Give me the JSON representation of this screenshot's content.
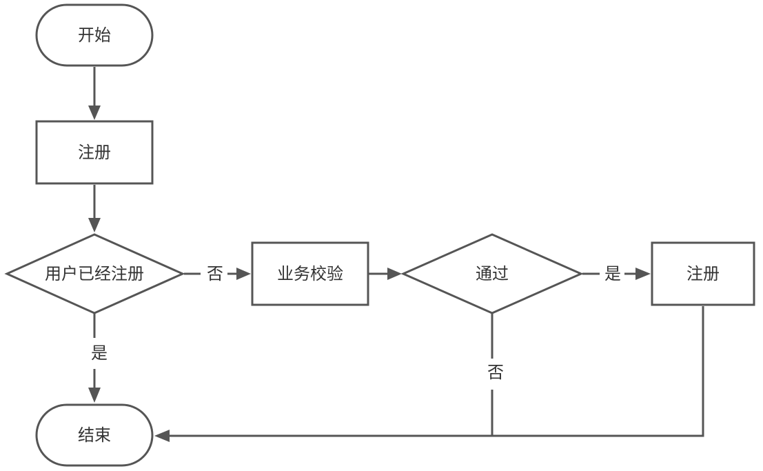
{
  "colors": {
    "stroke": "#555555",
    "text": "#333333",
    "background": "#ffffff"
  },
  "nodes": {
    "start": {
      "label": "开始",
      "shape": "terminator"
    },
    "register1": {
      "label": "注册",
      "shape": "process"
    },
    "registered_check": {
      "label": "用户已经注册",
      "shape": "decision"
    },
    "business_check": {
      "label": "业务校验",
      "shape": "process"
    },
    "pass_check": {
      "label": "通过",
      "shape": "decision"
    },
    "register2": {
      "label": "注册",
      "shape": "process"
    },
    "end": {
      "label": "结束",
      "shape": "terminator"
    }
  },
  "edges": {
    "registered_no": {
      "label": "否"
    },
    "registered_yes": {
      "label": "是"
    },
    "pass_yes": {
      "label": "是"
    },
    "pass_no": {
      "label": "否"
    }
  }
}
